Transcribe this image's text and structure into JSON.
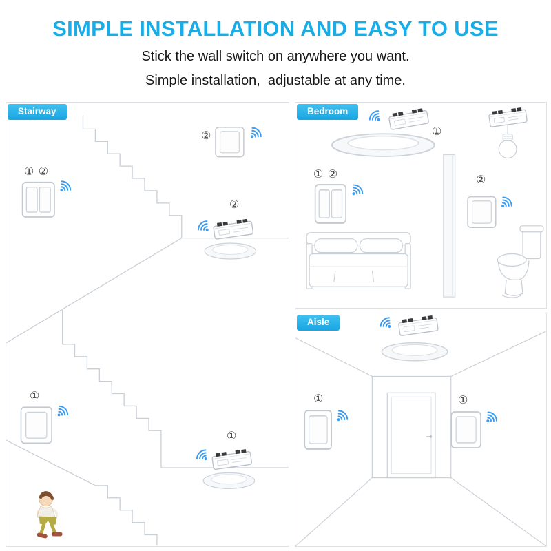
{
  "header": {
    "title": "SIMPLE INSTALLATION AND EASY TO USE",
    "subtitle_line1": "Stick the wall switch on anywhere you want.",
    "subtitle_line2": "Simple installation,  adjustable at any time."
  },
  "panels": {
    "stairway": {
      "label": "Stairway",
      "markers": {
        "top_switch": "②",
        "mid_switch": "① ②",
        "mid_receiver": "②",
        "bottom_switch": "①",
        "bottom_receiver": "①"
      }
    },
    "bedroom": {
      "label": "Bedroom",
      "markers": {
        "ceiling_receiver": "①",
        "double_switch": "① ②",
        "single_switch": "②"
      }
    },
    "aisle": {
      "label": "Aisle",
      "markers": {
        "left_switch": "①",
        "right_switch": "①"
      }
    }
  },
  "icons": {
    "wifi": "wifi-signal-icon",
    "wall_switch": "wall-switch-icon",
    "receiver": "rf-receiver-icon",
    "ceiling_light": "ceiling-light-icon"
  },
  "colors": {
    "title_accent": "#18ade6",
    "badge_blue": "#19a5e2",
    "wifi_blue": "#3b9cf0",
    "line_art_gray": "#c9cfd6",
    "text_dark": "#161616"
  }
}
